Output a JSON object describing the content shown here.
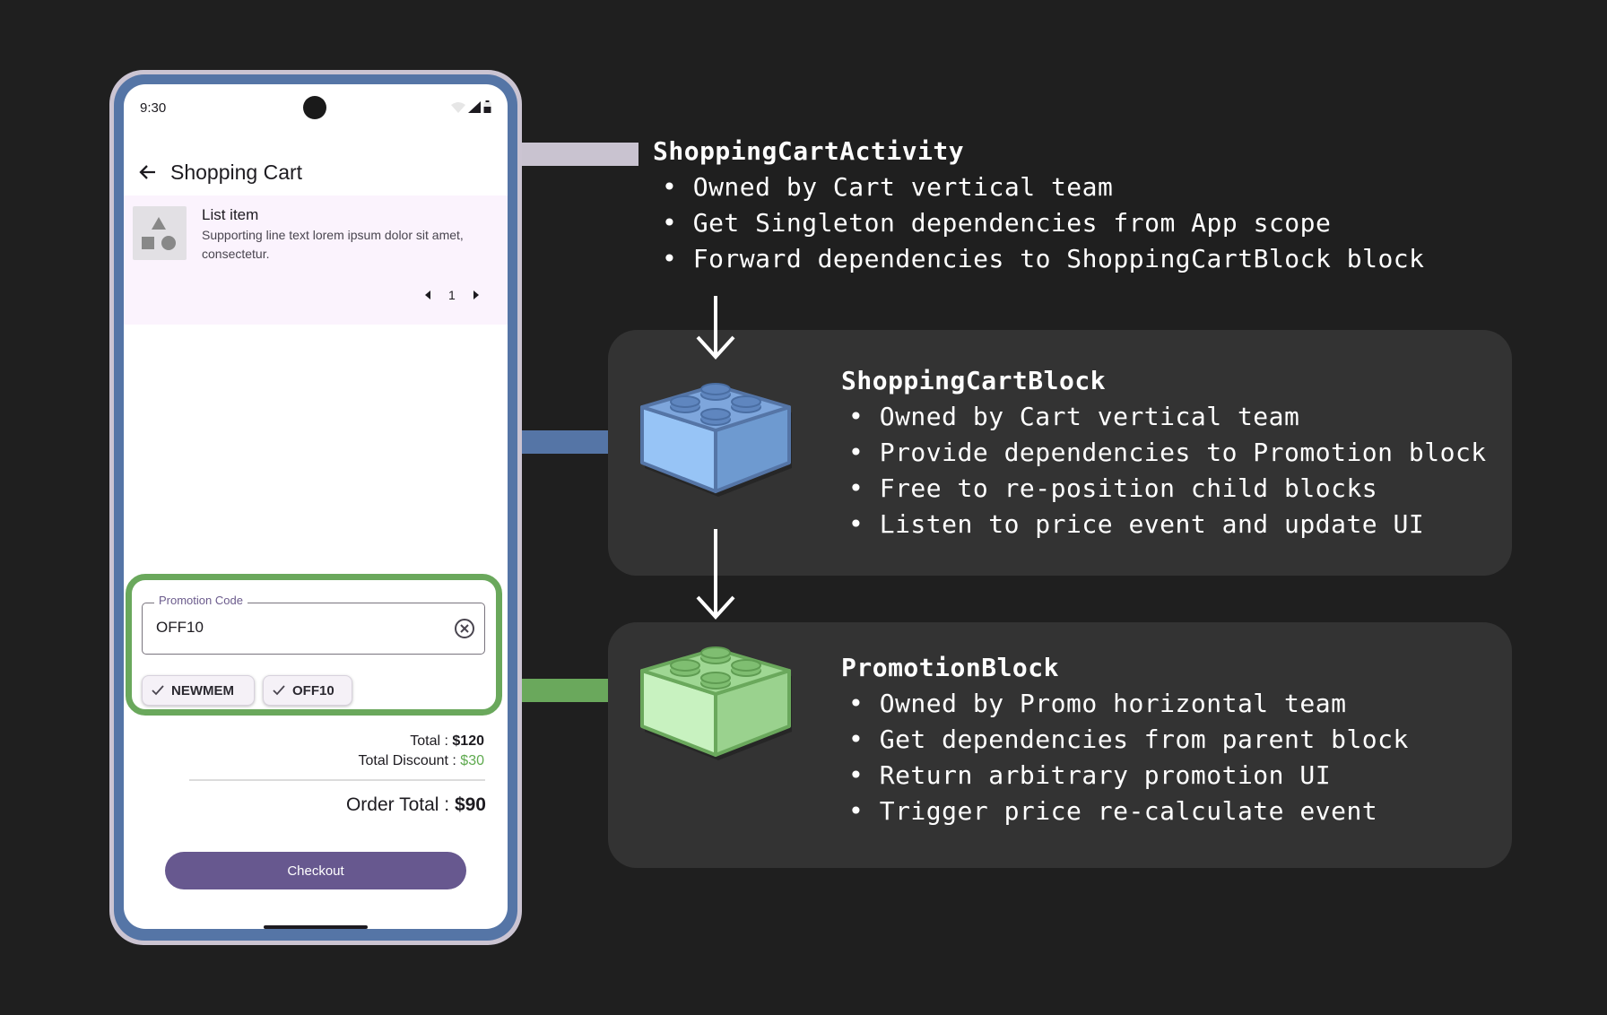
{
  "phone": {
    "status_time": "9:30",
    "title": "Shopping Cart",
    "list_item": {
      "title": "List item",
      "supporting": "Supporting line text lorem ipsum dolor sit amet, consectetur.",
      "page": "1"
    },
    "promo": {
      "label": "Promotion Code",
      "value": "OFF10",
      "chips": [
        "NEWMEM",
        "OFF10"
      ]
    },
    "totals": {
      "total_label": "Total : ",
      "total_value": "$120",
      "discount_label": "Total Discount : ",
      "discount_value": "$30",
      "order_label": "Order Total : ",
      "order_value": "$90"
    },
    "checkout_label": "Checkout"
  },
  "activity": {
    "title": "ShoppingCartActivity",
    "bullets": [
      "Owned by Cart vertical team",
      "Get Singleton dependencies from App scope",
      "Forward dependencies to ShoppingCartBlock block"
    ]
  },
  "cart_block": {
    "title": "ShoppingCartBlock",
    "bullets": [
      "Owned by Cart vertical team",
      "Provide dependencies to Promotion block",
      "Free to re-position child blocks",
      "Listen to price event and update UI"
    ]
  },
  "promo_block": {
    "title": "PromotionBlock",
    "bullets": [
      "Owned by Promo horizontal team",
      "Get dependencies from parent block",
      "Return arbitrary promotion UI",
      "Trigger price re-calculate event"
    ]
  },
  "colors": {
    "background": "#1f1f1f",
    "panel": "#333333",
    "blue": "#5575a6",
    "green": "#6aa85c",
    "lavender": "#c9c3d0",
    "checkout": "#67588f",
    "discount": "#5faa4f"
  },
  "icons": [
    "back-arrow-icon",
    "wifi-icon",
    "signal-icon",
    "battery-icon",
    "image-placeholder-icon",
    "chevron-left-icon",
    "chevron-right-icon",
    "clear-icon",
    "check-icon",
    "arrow-down-icon",
    "lego-brick-icon"
  ]
}
